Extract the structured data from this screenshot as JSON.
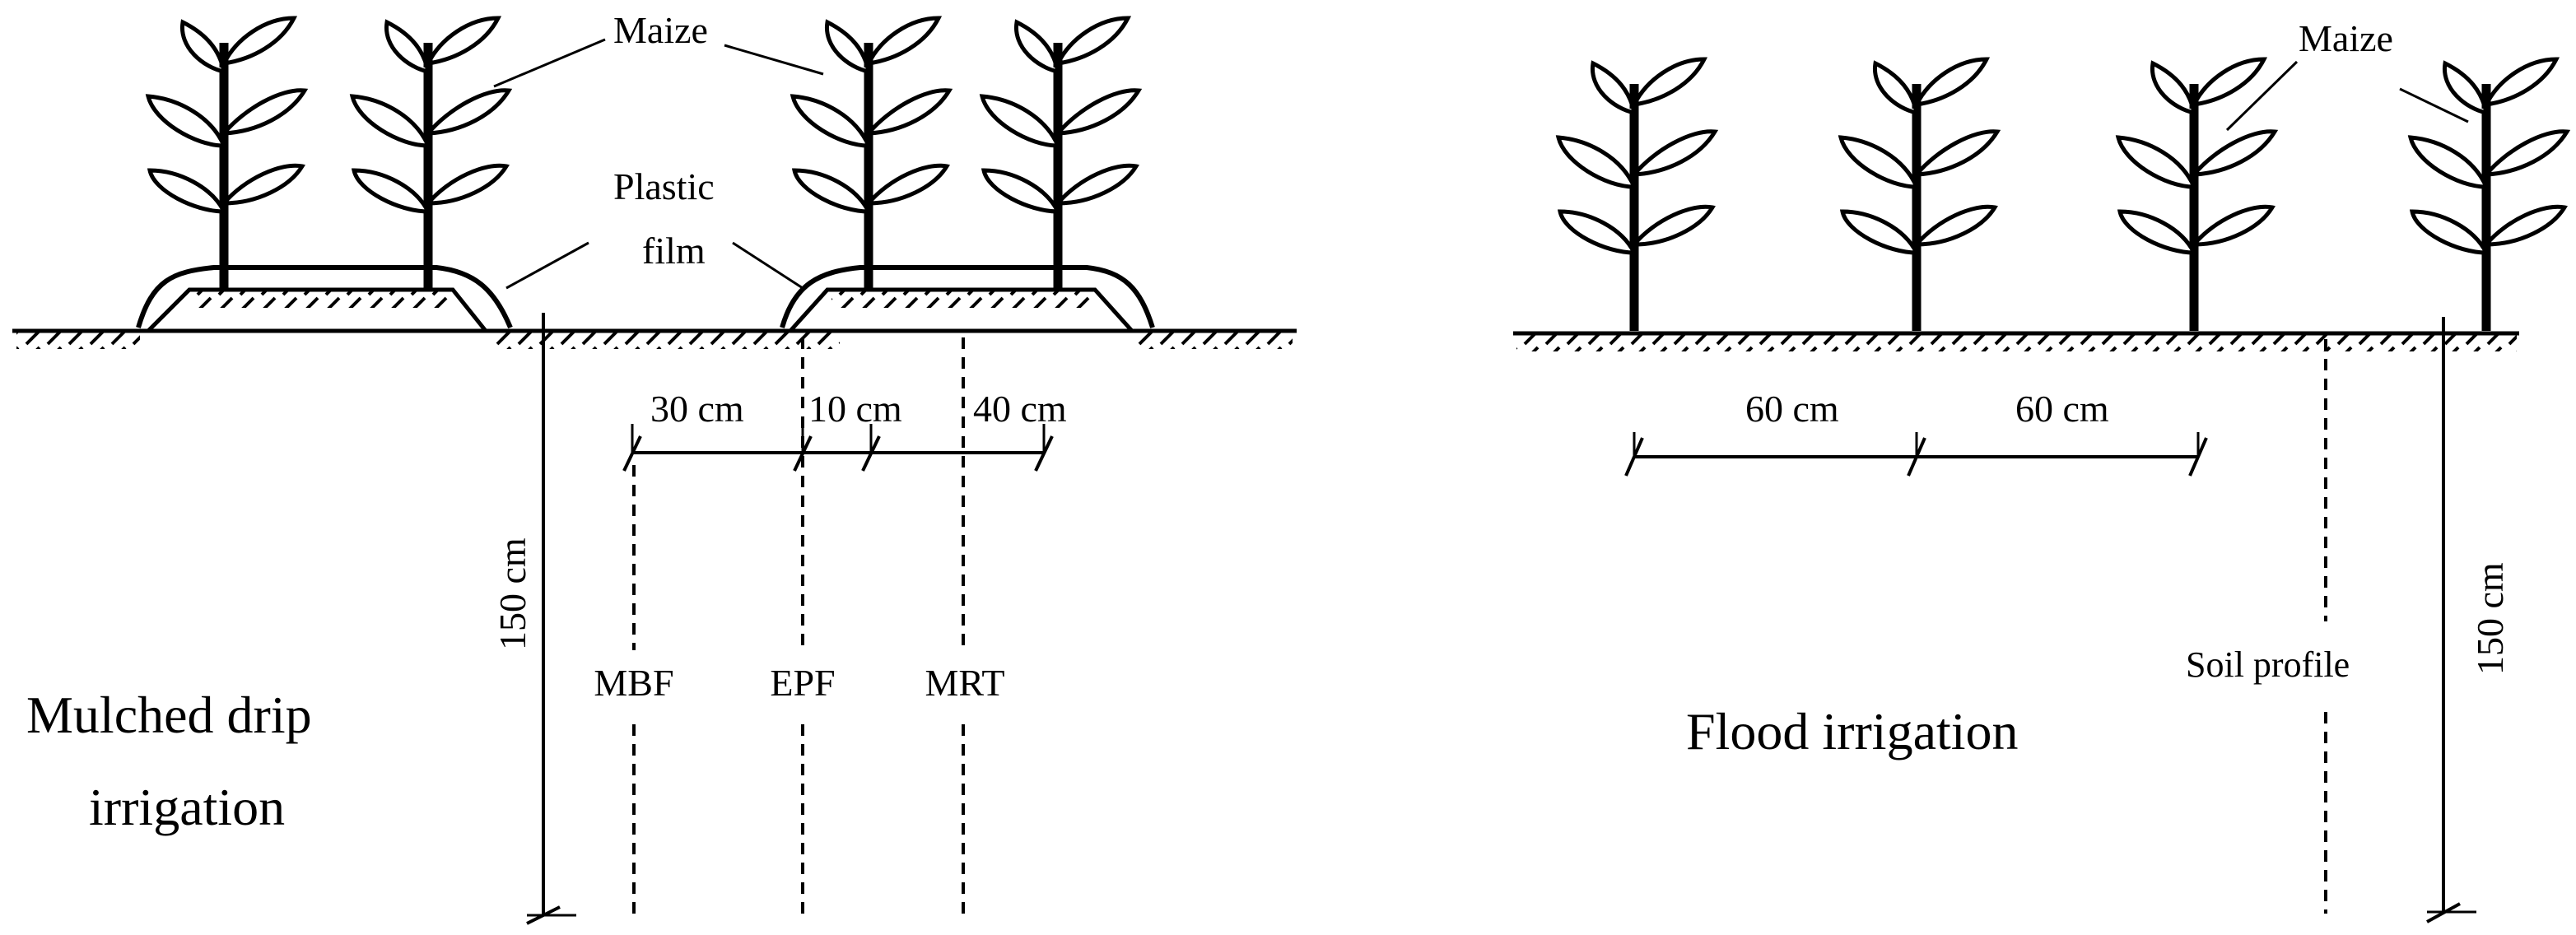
{
  "left_panel": {
    "title_line1": "Mulched drip",
    "title_line2": "irrigation",
    "maize_label": "Maize",
    "film_label_line1": "Plastic",
    "film_label_line2": "film",
    "spacing_1": "30 cm",
    "spacing_2": "10 cm",
    "spacing_3": "40 cm",
    "depth": "150 cm",
    "profile_1": "MBF",
    "profile_2": "EPF",
    "profile_3": "MRT"
  },
  "right_panel": {
    "title": "Flood irrigation",
    "maize_label": "Maize",
    "spacing_1": "60 cm",
    "spacing_2": "60 cm",
    "depth": "150 cm",
    "soil_profile": "Soil profile"
  }
}
